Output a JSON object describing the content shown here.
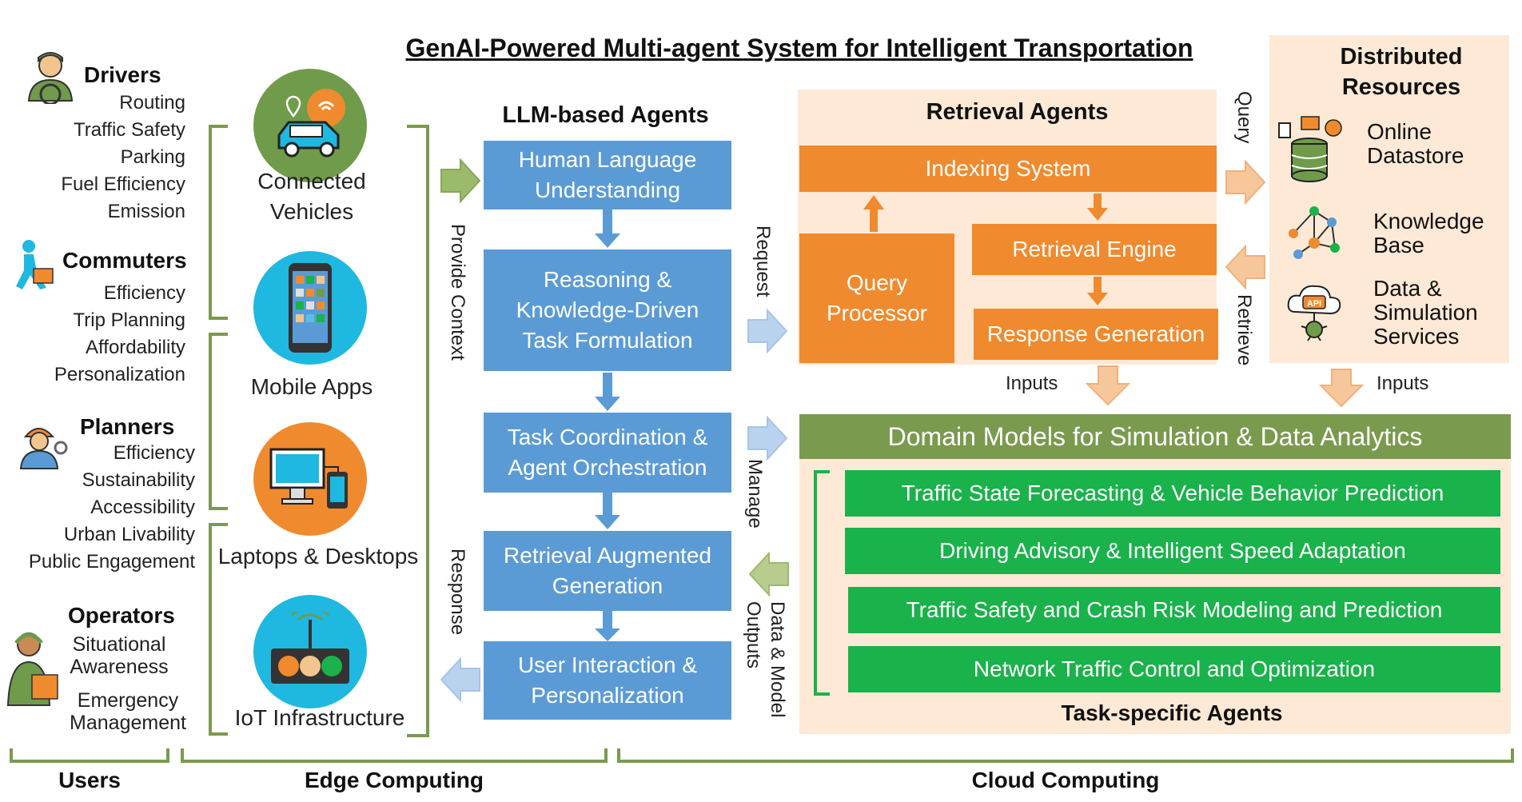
{
  "title": "GenAI-Powered Multi-agent System for Intelligent Transportation",
  "users": {
    "drivers": {
      "label": "Drivers",
      "items": [
        "Routing",
        "Traffic Safety",
        "Parking",
        "Fuel Efficiency",
        "Emission"
      ]
    },
    "commuters": {
      "label": "Commuters",
      "items": [
        "Efficiency",
        "Trip Planning",
        "Affordability",
        "Personalization"
      ]
    },
    "planners": {
      "label": "Planners",
      "items": [
        "Efficiency",
        "Sustainability",
        "Accessibility",
        "Urban Livability",
        "Public Engagement"
      ]
    },
    "operators": {
      "label": "Operators",
      "items": [
        "Situational Awareness",
        "Emergency Management"
      ]
    }
  },
  "edge": {
    "devices": [
      {
        "label_l1": "Connected",
        "label_l2": "Vehicles",
        "color": "#6f9b4b"
      },
      {
        "label_l1": "Mobile Apps",
        "color": "#1fb8e0"
      },
      {
        "label_l1": "Laptops & Desktops",
        "color": "#f08a2e"
      },
      {
        "label_l1": "IoT Infrastructure",
        "color": "#1fb8e0"
      }
    ],
    "provide_context": "Provide Context",
    "response": "Response"
  },
  "llm": {
    "header": "LLM-based Agents",
    "boxes": [
      {
        "l1": "Human Language",
        "l2": "Understanding"
      },
      {
        "l1": "Reasoning &",
        "l2": "Knowledge-Driven",
        "l3": "Task Formulation"
      },
      {
        "l1": "Task Coordination &",
        "l2": "Agent Orchestration"
      },
      {
        "l1": "Retrieval Augmented",
        "l2": "Generation"
      },
      {
        "l1": "User Interaction &",
        "l2": "Personalization"
      }
    ],
    "request": "Request",
    "manage": "Manage",
    "data_outputs_l1": "Data & Model",
    "data_outputs_l2": "Outputs"
  },
  "retrieval": {
    "header": "Retrieval Agents",
    "indexing": "Indexing System",
    "query_l1": "Query",
    "query_l2": "Processor",
    "engine": "Retrieval Engine",
    "response_gen": "Response Generation",
    "query_arrow": "Query",
    "retrieve_arrow": "Retrieve",
    "inputs": "Inputs"
  },
  "resources": {
    "header_l1": "Distributed",
    "header_l2": "Resources",
    "online_l1": "Online",
    "online_l2": "Datastore",
    "kb_l1": "Knowledge",
    "kb_l2": "Base",
    "data_l1": "Data &",
    "data_l2": "Simulation",
    "data_l3": "Services",
    "inputs": "Inputs",
    "api": "API"
  },
  "domain": {
    "header": "Domain Models for Simulation & Data Analytics",
    "bars": [
      "Traffic State Forecasting & Vehicle Behavior Prediction",
      "Driving Advisory & Intelligent Speed Adaptation",
      "Traffic Safety and Crash Risk Modeling and Prediction",
      "Network Traffic Control and Optimization"
    ],
    "footer": "Task-specific Agents"
  },
  "bottom": {
    "users": "Users",
    "edge": "Edge Computing",
    "cloud": "Cloud Computing"
  },
  "colors": {
    "blue": "#5b9bd5",
    "orange": "#f08a2e",
    "green": "#19b24b",
    "olive": "#7a9a4e",
    "peach": "#fde9d5"
  }
}
